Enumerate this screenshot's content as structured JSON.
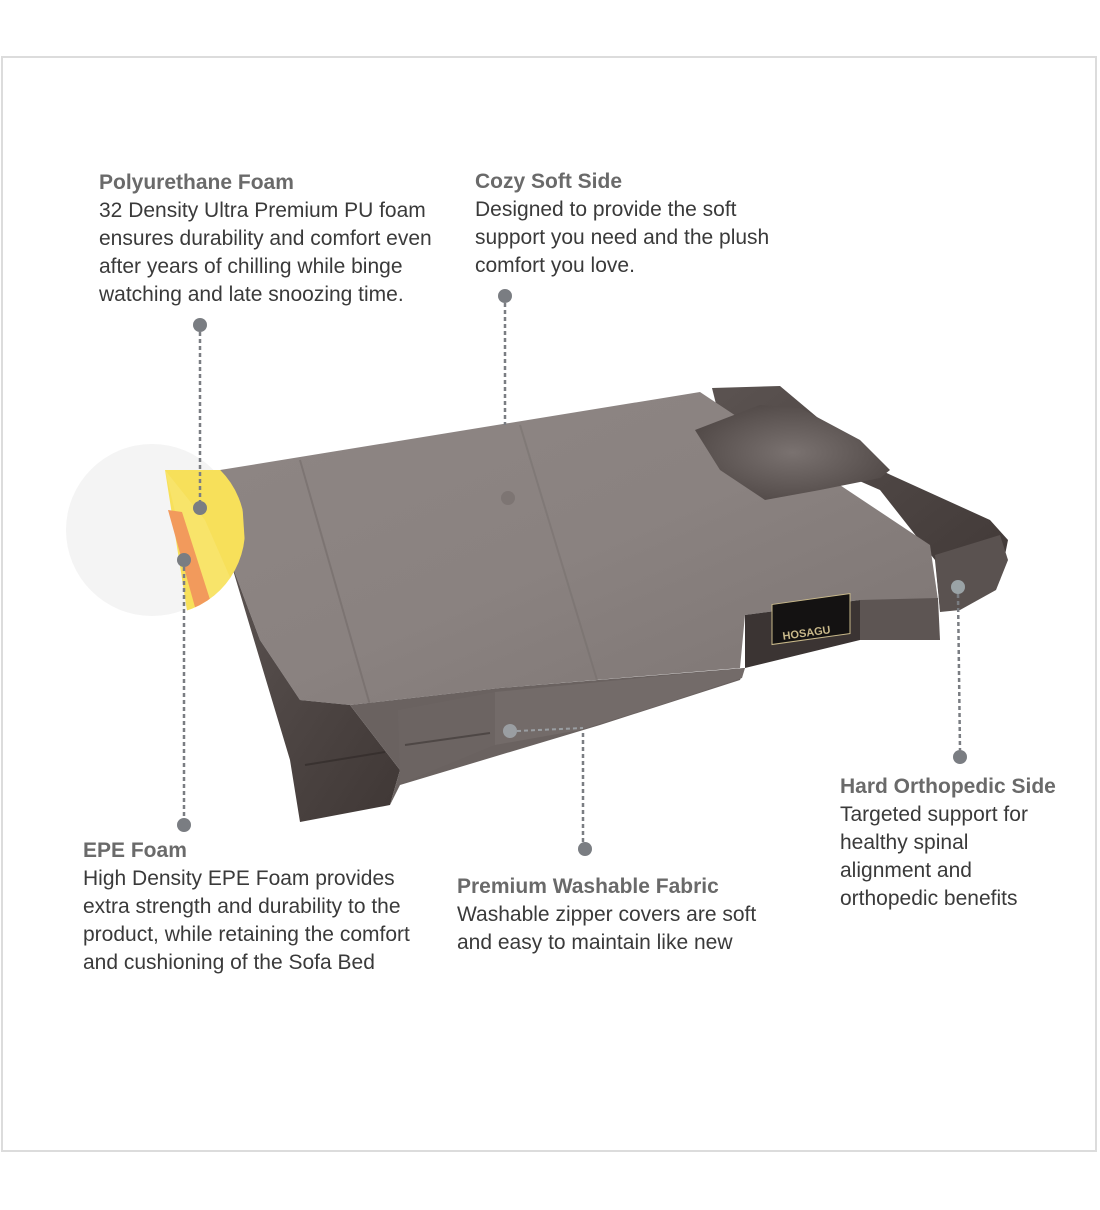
{
  "features": [
    {
      "id": "polyurethane-foam",
      "title": "Polyurethane Foam",
      "description": "32 Density Ultra Premium PU foam\nensures durability and comfort even\nafter years of chilling while binge\nwatching and late snoozing time."
    },
    {
      "id": "cozy-soft-side",
      "title": "Cozy Soft Side",
      "description": "Designed to provide the soft\nsupport you need and the plush\ncomfort you love."
    },
    {
      "id": "epe-foam",
      "title": "EPE Foam",
      "description": "High Density EPE Foam provides\nextra strength and durability to the\nproduct, while retaining the comfort\nand cushioning of the Sofa Bed"
    },
    {
      "id": "premium-washable-fabric",
      "title": "Premium Washable Fabric",
      "description": "Washable zipper covers are soft\nand easy to maintain like new"
    },
    {
      "id": "hard-orthopedic-side",
      "title": "Hard Orthopedic Side",
      "description": "Targeted support for\nhealthy spinal\nalignment and\northopedic benefits"
    }
  ],
  "product": {
    "brand_label": "HOSAGU",
    "image_alt": "Folding sofa bed with pillow"
  },
  "colors": {
    "fabric_top": "#8a8280",
    "fabric_dark": "#4a4240",
    "foam_yellow": "#f7e05a",
    "foam_orange": "#f29a5c",
    "callout_gray": "#7a7d82",
    "title_gray": "#6a6a6a",
    "text_dark": "#3a3a3a"
  }
}
